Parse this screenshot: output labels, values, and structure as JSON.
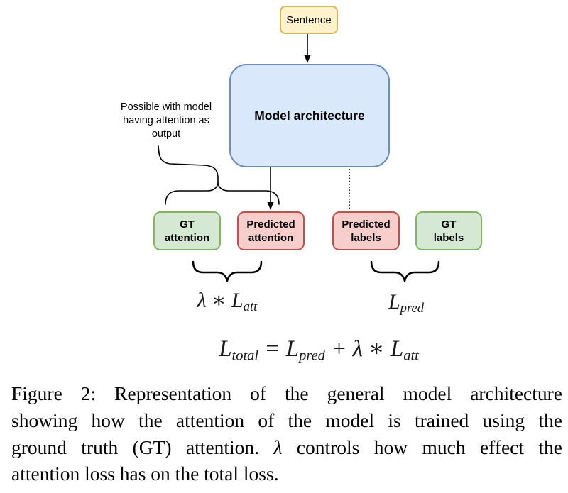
{
  "diagram": {
    "sentence_label": "Sentence",
    "model_label": "Model architecture",
    "note_lines": [
      "Possible with model",
      "having attention as",
      "output"
    ],
    "leaf_boxes": [
      {
        "line1": "GT",
        "line2": "attention",
        "color": "green"
      },
      {
        "line1": "Predicted",
        "line2": "attention",
        "color": "red"
      },
      {
        "line1": "Predicted",
        "line2": "labels",
        "color": "red"
      },
      {
        "line1": "GT",
        "line2": "labels",
        "color": "green"
      }
    ],
    "icons": [
      "down-arrow-icon",
      "down-arrow-icon",
      "dotted-line-connector",
      "curly-bracket-connector",
      "underbrace-icon",
      "underbrace-icon"
    ],
    "colors": {
      "sentence_fill": "#fff2cc",
      "sentence_border": "#d6b656",
      "model_fill": "#dae8fc",
      "model_border": "#6c8ebf",
      "green_fill": "#d5e8d4",
      "green_border": "#82b366",
      "red_fill": "#f8cecc",
      "red_border": "#b85450",
      "line_color": "#000000"
    }
  },
  "equations": {
    "att_weight": {
      "main": "λ ∗ L",
      "sub": "att"
    },
    "pred": {
      "main": "L",
      "sub": "pred"
    },
    "total": {
      "p1": "L",
      "s1": "total",
      "p2": " = L",
      "s2": "pred",
      "p3": " + λ ∗ L",
      "s3": "att"
    }
  },
  "caption": {
    "lines": [
      "Figure 2: Representation of the general model architecture",
      "showing how the attention of the model is trained using the",
      {
        "pre": "ground truth (GT) attention. ",
        "lambda": "λ",
        "post": " controls how much effect the"
      },
      "attention loss has on the total loss."
    ]
  }
}
